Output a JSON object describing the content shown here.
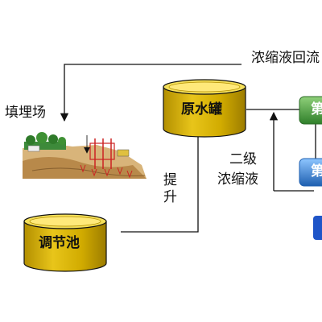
{
  "labels": {
    "concentrate_return": "浓缩液回流",
    "landfill": "填埋场",
    "raw_tank": "原水罐",
    "lift": "提升",
    "adjust_tank": "调节池",
    "secondary_concentrate_line1": "二级",
    "secondary_concentrate_line2": "浓缩液",
    "stage_box_1": "第",
    "stage_box_2": "第"
  },
  "colors": {
    "tank_body": "#d9b200",
    "tank_top": "#f5e05a",
    "tank_outline": "#111111",
    "stage_green": "#3f9a3a",
    "stage_blue": "#2f7fd1",
    "stage_darkblue": "#1f55c8",
    "line": "#111111"
  }
}
